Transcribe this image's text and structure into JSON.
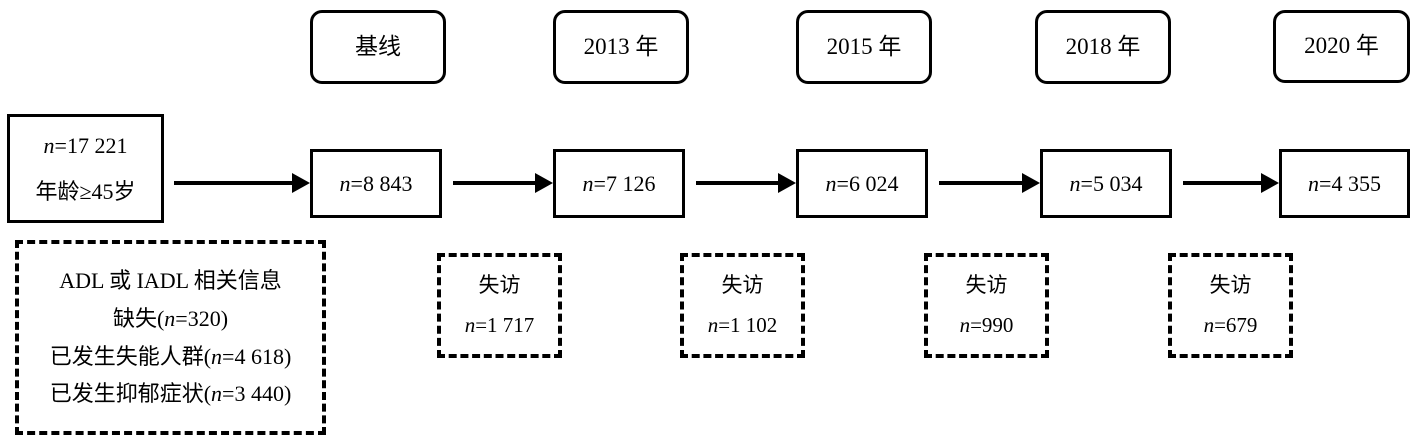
{
  "figure": {
    "type": "flow-diagram",
    "title": "",
    "language": "zh-CN",
    "colors": {
      "background": "#ffffff",
      "stroke": "#000000",
      "text": "#000000"
    }
  },
  "wave_headers": [
    {
      "label": "基线"
    },
    {
      "label": "2013 年"
    },
    {
      "label": "2015 年"
    },
    {
      "label": "2018 年"
    },
    {
      "label": "2020 年"
    }
  ],
  "source_box": {
    "line1_prefix": "n",
    "line1_value": "=17 221",
    "line2": "年龄≥45岁"
  },
  "cohort_boxes": [
    {
      "prefix": "n",
      "value": "=8 843"
    },
    {
      "prefix": "n",
      "value": "=7 126"
    },
    {
      "prefix": "n",
      "value": "=6 024"
    },
    {
      "prefix": "n",
      "value": "=5 034"
    },
    {
      "prefix": "n",
      "value": "=4 355"
    }
  ],
  "exclusion_box": {
    "line1": "ADL 或 IADL 相关信息",
    "line2_text": "缺失(",
    "line2_var": "n",
    "line2_value": "=320)",
    "line3_text": "已发生失能人群(",
    "line3_var": "n",
    "line3_value": "=4 618)",
    "line4_text": "已发生抑郁症状(",
    "line4_var": "n",
    "line4_value": "=3 440)"
  },
  "loss_boxes": [
    {
      "label": "失访",
      "prefix": "n",
      "value": "=1 717"
    },
    {
      "label": "失访",
      "prefix": "n",
      "value": "=1 102"
    },
    {
      "label": "失访",
      "prefix": "n",
      "value": "=990"
    },
    {
      "label": "失访",
      "prefix": "n",
      "value": "=679"
    }
  ],
  "arrows": [
    {
      "name": "arrow-source-to-baseline"
    },
    {
      "name": "arrow-baseline-to-2013"
    },
    {
      "name": "arrow-2013-to-2015"
    },
    {
      "name": "arrow-2015-to-2018"
    },
    {
      "name": "arrow-2018-to-2020"
    }
  ]
}
